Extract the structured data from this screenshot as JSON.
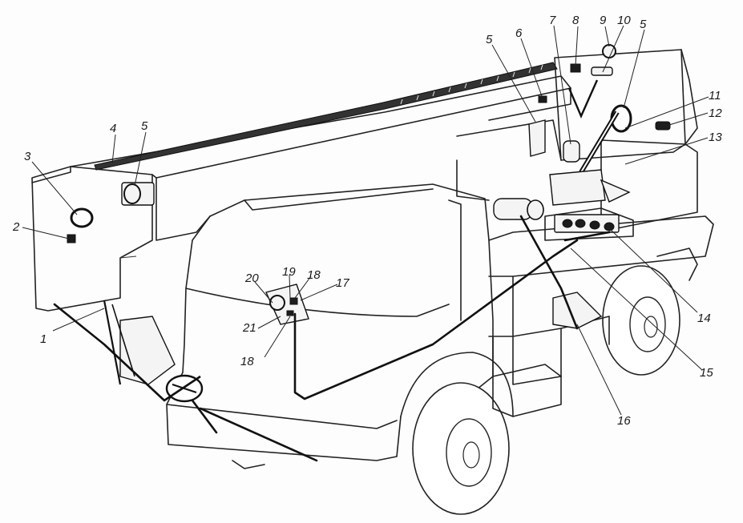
{
  "diagram": {
    "callouts": [
      {
        "id": "c1",
        "text": "1"
      },
      {
        "id": "c2",
        "text": "2"
      },
      {
        "id": "c3",
        "text": "3"
      },
      {
        "id": "c4",
        "text": "4"
      },
      {
        "id": "c5a",
        "text": "5"
      },
      {
        "id": "c5b",
        "text": "5"
      },
      {
        "id": "c5c",
        "text": "5"
      },
      {
        "id": "c6",
        "text": "6"
      },
      {
        "id": "c7",
        "text": "7"
      },
      {
        "id": "c8",
        "text": "8"
      },
      {
        "id": "c9",
        "text": "9"
      },
      {
        "id": "c10",
        "text": "10"
      },
      {
        "id": "c11",
        "text": "11"
      },
      {
        "id": "c12",
        "text": "12"
      },
      {
        "id": "c13",
        "text": "13"
      },
      {
        "id": "c14",
        "text": "14"
      },
      {
        "id": "c15",
        "text": "15"
      },
      {
        "id": "c16",
        "text": "16"
      },
      {
        "id": "c17",
        "text": "17"
      },
      {
        "id": "c18a",
        "text": "18"
      },
      {
        "id": "c18b",
        "text": "18"
      },
      {
        "id": "c19",
        "text": "19"
      },
      {
        "id": "c20",
        "text": "20"
      },
      {
        "id": "c21",
        "text": "21"
      }
    ]
  }
}
